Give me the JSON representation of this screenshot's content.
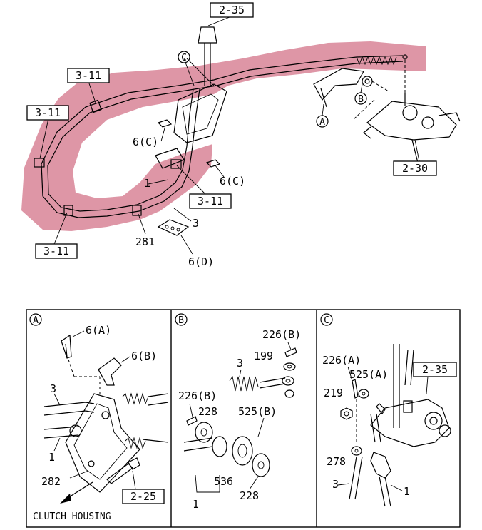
{
  "colors": {
    "highlight": "#c8506a",
    "line": "#000000",
    "background": "#ffffff"
  },
  "main": {
    "callouts": {
      "shifter_top": "2-35",
      "clip_upper_left": "3-11",
      "clip_left": "3-11",
      "clip_center": "3-11",
      "clip_lower_left": "3-11",
      "valve": "2-30"
    },
    "labels": {
      "c_marker": "C",
      "a_marker": "A",
      "b_marker": "B",
      "nut_left": "6(C)",
      "nut_right": "6(C)",
      "cable_1": "1",
      "cable_3": "3",
      "grommet_281": "281",
      "damper_6d": "6(D)"
    }
  },
  "panels": {
    "a": {
      "marker": "A",
      "pin_6a": "6(A)",
      "clip_6b": "6(B)",
      "cable_3": "3",
      "cable_1": "1",
      "bracket_282": "282",
      "bolt_ref": "2-25",
      "footer": "CLUTCH HOUSING"
    },
    "b": {
      "marker": "B",
      "pin_226b_top": "226(B)",
      "washer_199": "199",
      "cable_3": "3",
      "pin_226b_left": "226(B)",
      "washer_228_top": "228",
      "clip_525b": "525(B)",
      "bush_536": "536",
      "washer_228_bottom": "228",
      "cable_1": "1"
    },
    "c": {
      "marker": "C",
      "pin_226a": "226(A)",
      "clip_525a": "525(A)",
      "ref_235": "2-35",
      "nut_219": "219",
      "washer_278": "278",
      "cable_3": "3",
      "cable_1": "1"
    }
  }
}
